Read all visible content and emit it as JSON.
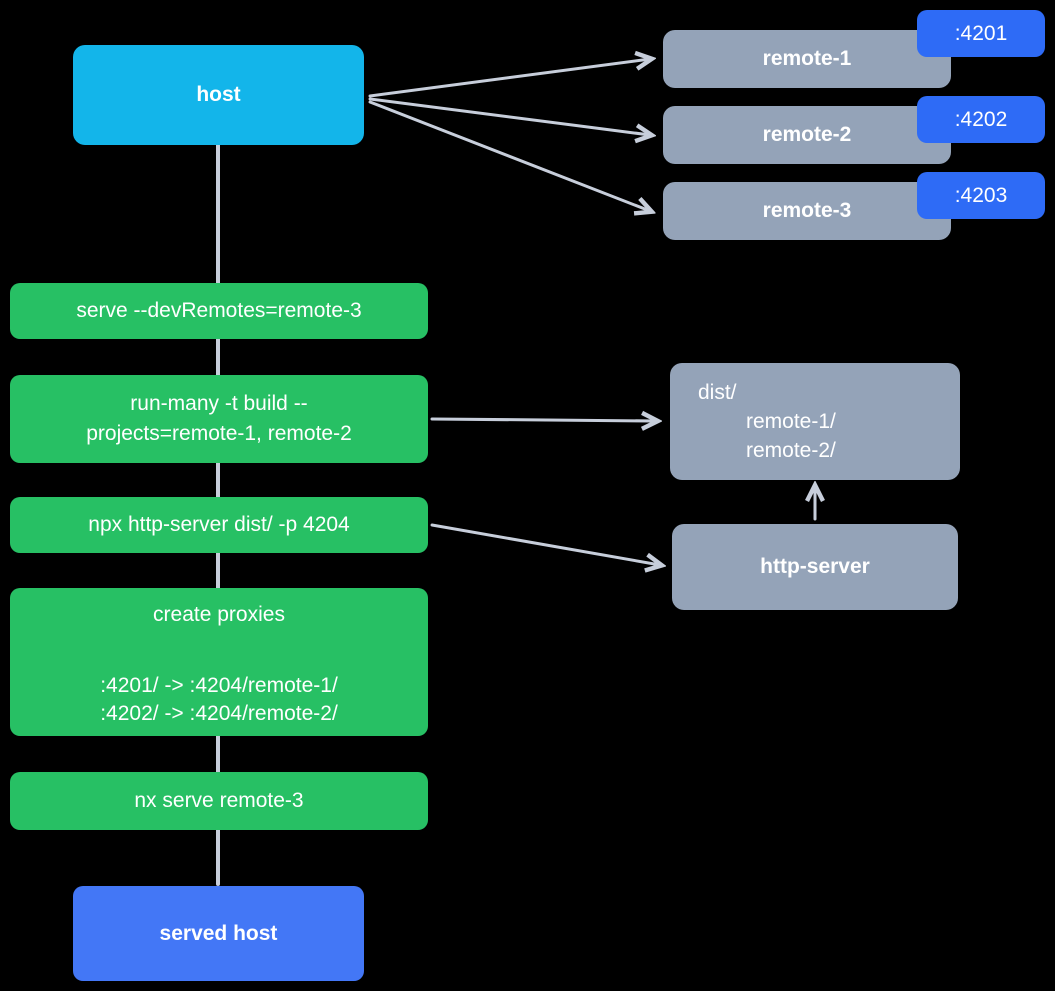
{
  "colors": {
    "background": "#000000",
    "host": "#13b5ea",
    "remote": "#94a3b8",
    "port-badge": "#2e6bf6",
    "command": "#27c064",
    "served-host": "#4377f6",
    "arrow": "#c7cedb",
    "text": "#ffffff"
  },
  "nodes": {
    "host": {
      "label": "host"
    },
    "remote1": {
      "label": "remote-1",
      "port": ":4201"
    },
    "remote2": {
      "label": "remote-2",
      "port": ":4202"
    },
    "remote3": {
      "label": "remote-3",
      "port": ":4203"
    },
    "cmd_serve": {
      "label": "serve --devRemotes=remote-3"
    },
    "cmd_build": {
      "line1": "run-many -t build --",
      "line2": "projects=remote-1, remote-2"
    },
    "cmd_http": {
      "label": "npx http-server dist/ -p 4204"
    },
    "cmd_proxies": {
      "title": "create proxies",
      "rule1": ":4201/ -> :4204/remote-1/",
      "rule2": ":4202/ -> :4204/remote-2/"
    },
    "cmd_nx": {
      "label": "nx serve remote-3"
    },
    "dist": {
      "line1": "dist/",
      "line2": "remote-1/",
      "line3": "remote-2/"
    },
    "http_server": {
      "label": "http-server"
    },
    "served_host": {
      "label": "served host"
    }
  }
}
